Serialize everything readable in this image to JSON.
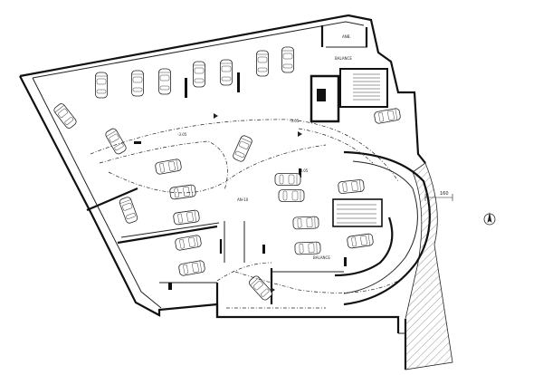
{
  "plan": {
    "dimension_label": "160",
    "level_labels": [
      "-3.05",
      "-3.05",
      "-3.05"
    ],
    "room_labels": [
      "BALANCE",
      "ANB.",
      "AN-10",
      "BALANCE"
    ],
    "north_symbol": "north-arrow-icon"
  }
}
